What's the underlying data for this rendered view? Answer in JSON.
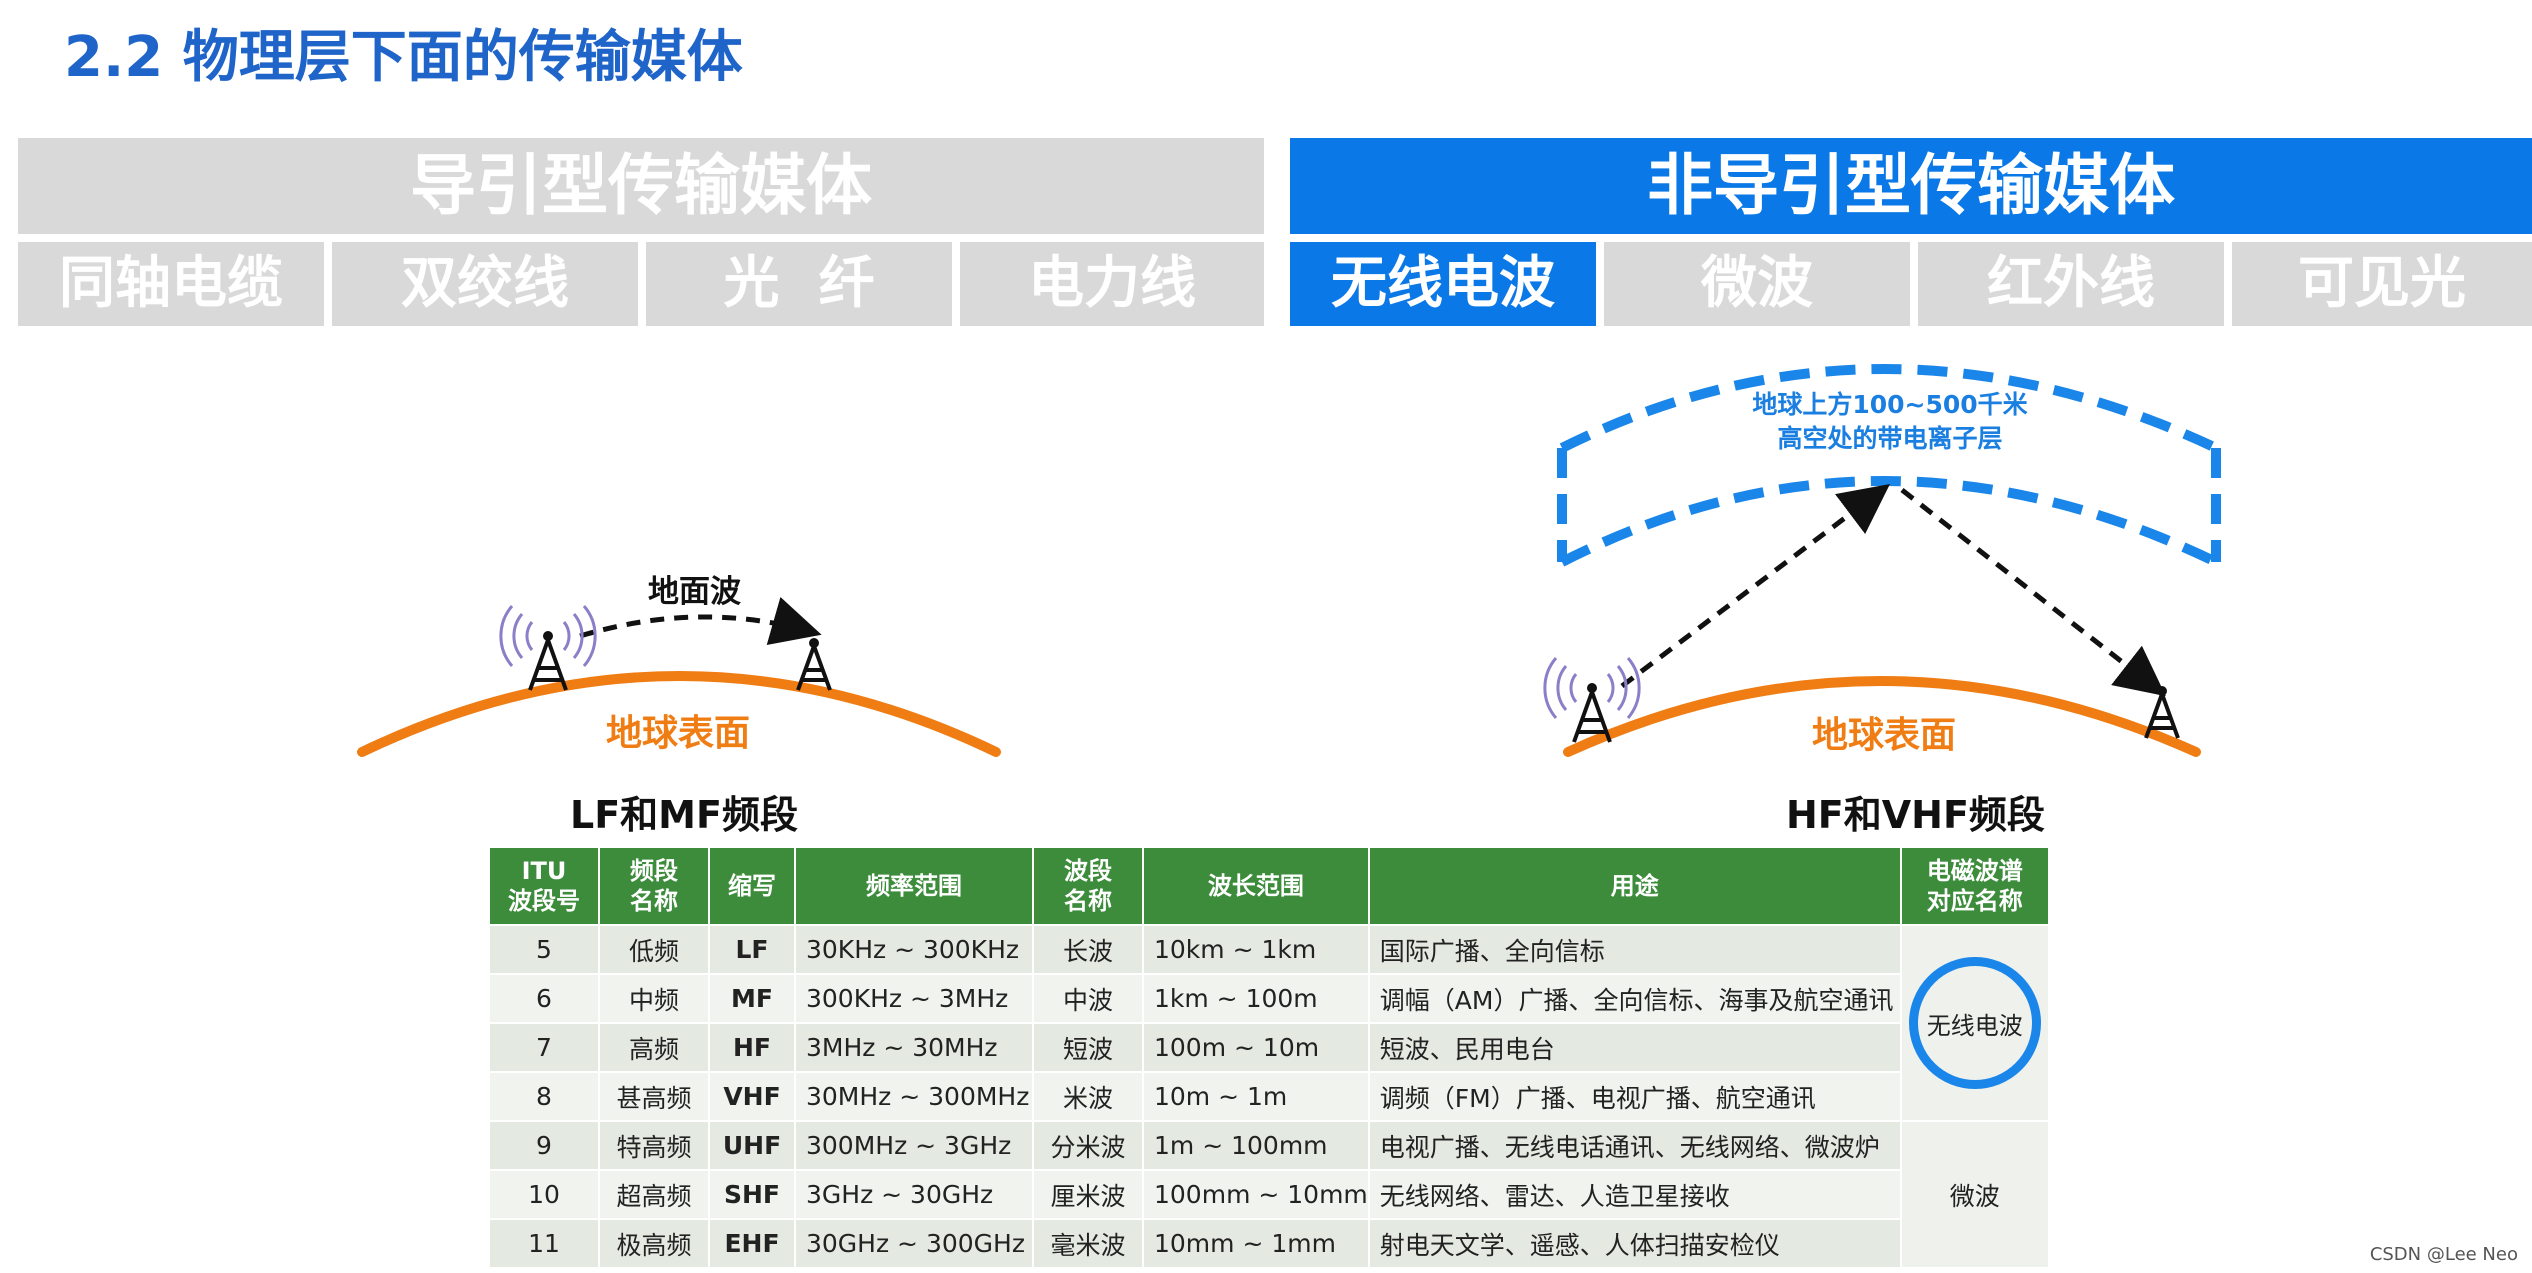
{
  "title": "2.2 物理层下面的传输媒体",
  "guided": {
    "label": "导引型传输媒体",
    "items": [
      "同轴电缆",
      "双绞线",
      "光  纤",
      "电力线"
    ]
  },
  "unguided": {
    "label": "非导引型传输媒体",
    "items": [
      "无线电波",
      "微波",
      "红外线",
      "可见光"
    ],
    "active_item": "无线电波"
  },
  "left_diagram": {
    "wave_label": "地面波",
    "earth_label": "地球表面",
    "caption": "LF和MF频段"
  },
  "right_diagram": {
    "ionosphere_line1": "地球上方100~500千米",
    "ionosphere_line2": "高空处的带电离子层",
    "earth_label": "地球表面",
    "caption": "HF和VHF频段"
  },
  "table": {
    "headers": [
      "ITU\n波段号",
      "频段\n名称",
      "缩写",
      "频率范围",
      "波段\n名称",
      "波长范围",
      "用途",
      "电磁波谱\n对应名称"
    ],
    "rows": [
      [
        "5",
        "低频",
        "LF",
        "30KHz ~ 300KHz",
        "长波",
        "10km ~ 1km",
        "国际广播、全向信标"
      ],
      [
        "6",
        "中频",
        "MF",
        "300KHz ~ 3MHz",
        "中波",
        "1km ~ 100m",
        "调幅（AM）广播、全向信标、海事及航空通讯"
      ],
      [
        "7",
        "高频",
        "HF",
        "3MHz ~ 30MHz",
        "短波",
        "100m ~ 10m",
        "短波、民用电台"
      ],
      [
        "8",
        "甚高频",
        "VHF",
        "30MHz ~ 300MHz",
        "米波",
        "10m ~ 1m",
        "调频（FM）广播、电视广播、航空通讯"
      ],
      [
        "9",
        "特高频",
        "UHF",
        "300MHz ~ 3GHz",
        "分米波",
        "1m ~ 100mm",
        "电视广播、无线电话通讯、无线网络、微波炉"
      ],
      [
        "10",
        "超高频",
        "SHF",
        "3GHz ~ 30GHz",
        "厘米波",
        "100mm ~ 10mm",
        "无线网络、雷达、人造卫星接收"
      ],
      [
        "11",
        "极高频",
        "EHF",
        "30GHz ~ 300GHz",
        "毫米波",
        "10mm ~ 1mm",
        "射电天文学、遥感、人体扫描安检仪"
      ]
    ],
    "spectrum_radio": "无线电波",
    "spectrum_microwave": "微波"
  },
  "watermark": "CSDN @Lee Neo",
  "colors": {
    "title": "#1f64c8",
    "active": "#0a78e6",
    "inactive": "#d9d9d9",
    "earth": "#f07d14",
    "table_header": "#3c8c3c"
  }
}
